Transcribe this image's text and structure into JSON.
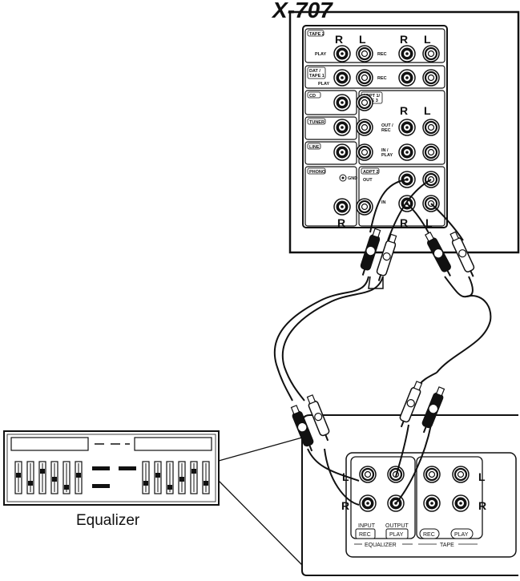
{
  "title": "X-707",
  "amp": {
    "tape2": "TAPE 2",
    "dat_tape1": [
      "DAT /",
      "TAPE 1"
    ],
    "cd": "CD",
    "tuner": "TUNER",
    "line": "LINE",
    "phono": "PHONO",
    "adpt1": [
      "ADPT 1/",
      "TAPE 3"
    ],
    "adpt2": "ADPT 2",
    "play": "PLAY",
    "rec": "REC",
    "out_rec": [
      "OUT /",
      "REC"
    ],
    "in_play": [
      "IN /",
      "PLAY"
    ],
    "out": "OUT",
    "in": "IN",
    "gnd": "GND",
    "r": "R",
    "l": "L"
  },
  "equalizer_label": "Equalizer",
  "eq_panel": {
    "l": "L",
    "r": "R",
    "input": "INPUT",
    "output": "OUTPUT",
    "rec": "REC",
    "play": "PLAY",
    "equalizer": "EQUALIZER",
    "tape": "TAPE"
  }
}
